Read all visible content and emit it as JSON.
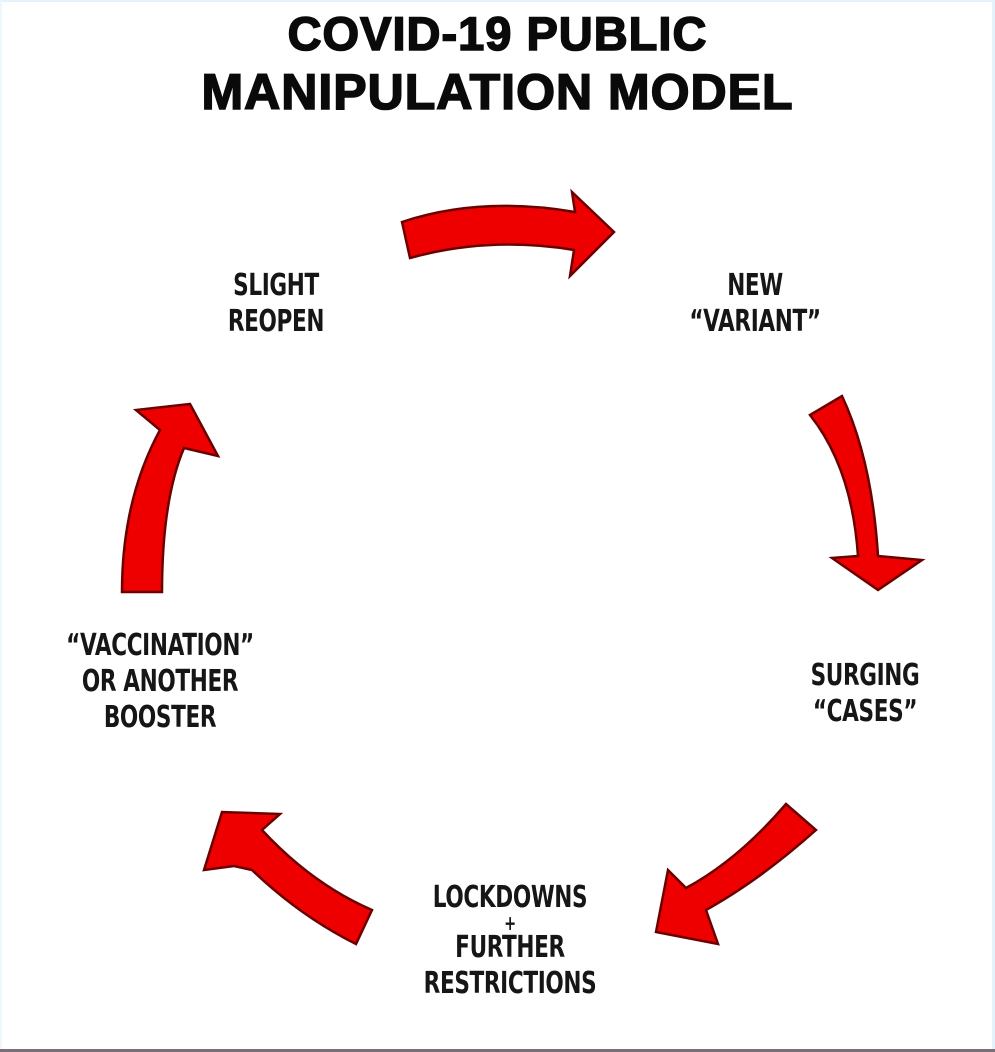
{
  "title": {
    "line1": "COVID-19 PUBLIC",
    "line2": "MANIPULATION MODEL"
  },
  "cycle_steps": [
    {
      "id": "new-variant",
      "lines": [
        "NEW",
        "“VARIANT”"
      ]
    },
    {
      "id": "surging-cases",
      "lines": [
        "SURGING",
        "“CASES”"
      ]
    },
    {
      "id": "lockdowns",
      "lines": [
        "LOCKDOWNS",
        "+",
        "FURTHER",
        "RESTRICTIONS"
      ]
    },
    {
      "id": "vaccination",
      "lines": [
        "“VACCINATION”",
        "OR ANOTHER",
        "BOOSTER"
      ]
    },
    {
      "id": "slight-reopen",
      "lines": [
        "SLIGHT",
        "REOPEN"
      ]
    }
  ],
  "arrows": [
    {
      "from": "slight-reopen",
      "to": "new-variant",
      "icon": "curved-arrow-right-icon"
    },
    {
      "from": "new-variant",
      "to": "surging-cases",
      "icon": "curved-arrow-down-icon"
    },
    {
      "from": "surging-cases",
      "to": "lockdowns",
      "icon": "curved-arrow-down-left-icon"
    },
    {
      "from": "lockdowns",
      "to": "vaccination",
      "icon": "curved-arrow-up-left-icon"
    },
    {
      "from": "vaccination",
      "to": "slight-reopen",
      "icon": "curved-arrow-up-icon"
    }
  ],
  "colors": {
    "arrow_fill": "#ee0000",
    "arrow_outline": "#6b0000",
    "text": "#161616",
    "background": "#ffffff"
  }
}
